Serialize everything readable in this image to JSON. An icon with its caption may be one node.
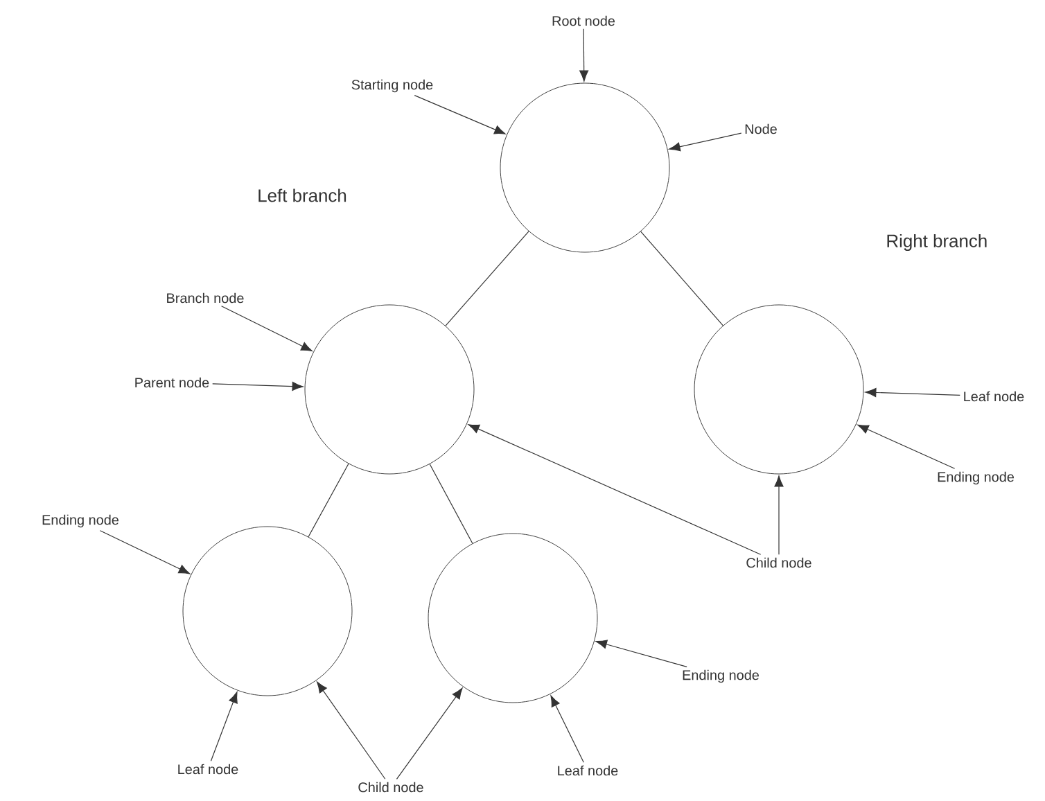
{
  "diagram": {
    "nodes": [
      {
        "text": [],
        "shape": "circle"
      },
      {
        "text": [],
        "shape": "circle"
      },
      {
        "text": [],
        "shape": "circle"
      },
      {
        "text": [],
        "shape": "circle"
      },
      {
        "text": [],
        "shape": "circle"
      },
      {
        "text": [
          "Root node"
        ]
      },
      {
        "text": [
          "Starting node"
        ]
      },
      {
        "text": [
          "Node"
        ]
      },
      {
        "text": [
          "Branch node"
        ]
      },
      {
        "text": [
          "Parent node"
        ]
      },
      {
        "text": [
          "Leaf node"
        ]
      },
      {
        "text": [
          "Ending node"
        ]
      },
      {
        "text": [
          "Child node"
        ]
      },
      {
        "text": [
          "Ending node"
        ]
      },
      {
        "text": [
          "Ending node"
        ]
      },
      {
        "text": [
          "Leaf node"
        ]
      },
      {
        "text": [
          "Child node"
        ]
      },
      {
        "text": [
          "Leaf node"
        ]
      }
    ],
    "edges": [
      {
        "from": 0,
        "to": 1,
        "arrow": "none"
      },
      {
        "from": 0,
        "to": 2,
        "arrow": "none"
      },
      {
        "from": 1,
        "to": 3,
        "arrow": "none"
      },
      {
        "from": 1,
        "to": 4,
        "arrow": "none"
      },
      {
        "from": 5,
        "to": 0,
        "arrow": "to"
      },
      {
        "from": 6,
        "to": 0,
        "arrow": "to"
      },
      {
        "from": 7,
        "to": 0,
        "arrow": "to"
      },
      {
        "from": 8,
        "to": 1,
        "arrow": "to"
      },
      {
        "from": 9,
        "to": 1,
        "arrow": "to"
      },
      {
        "from": 10,
        "to": 2,
        "arrow": "to"
      },
      {
        "from": 11,
        "to": 2,
        "arrow": "to"
      },
      {
        "from": 12,
        "to": 1,
        "arrow": "to"
      },
      {
        "from": 12,
        "to": 2,
        "arrow": "to"
      },
      {
        "from": 13,
        "to": 3,
        "arrow": "to"
      },
      {
        "from": 14,
        "to": 4,
        "arrow": "to"
      },
      {
        "from": 15,
        "to": 3,
        "arrow": "to"
      },
      {
        "from": 16,
        "to": 3,
        "arrow": "to"
      },
      {
        "from": 16,
        "to": 4,
        "arrow": "to"
      },
      {
        "from": 17,
        "to": 4,
        "arrow": "to"
      }
    ],
    "labels": [
      "Left branch",
      "Right branch"
    ]
  }
}
